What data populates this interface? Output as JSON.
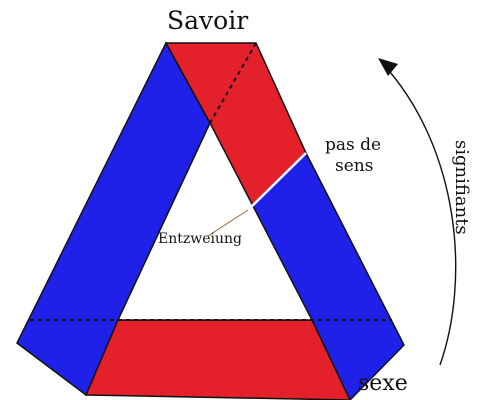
{
  "labels": {
    "top": "Savoir",
    "right_line1": "pas de",
    "right_line2": "sens",
    "center": "Entzweiung",
    "bottom": "sexe",
    "side_arrow": "signifiants"
  },
  "colors": {
    "blue": "#1f21e8",
    "red": "#e4202a",
    "outline": "#111111",
    "highlight": "#ffffff"
  },
  "icons": {
    "side_arrow": "curved-arrow-up-icon"
  }
}
